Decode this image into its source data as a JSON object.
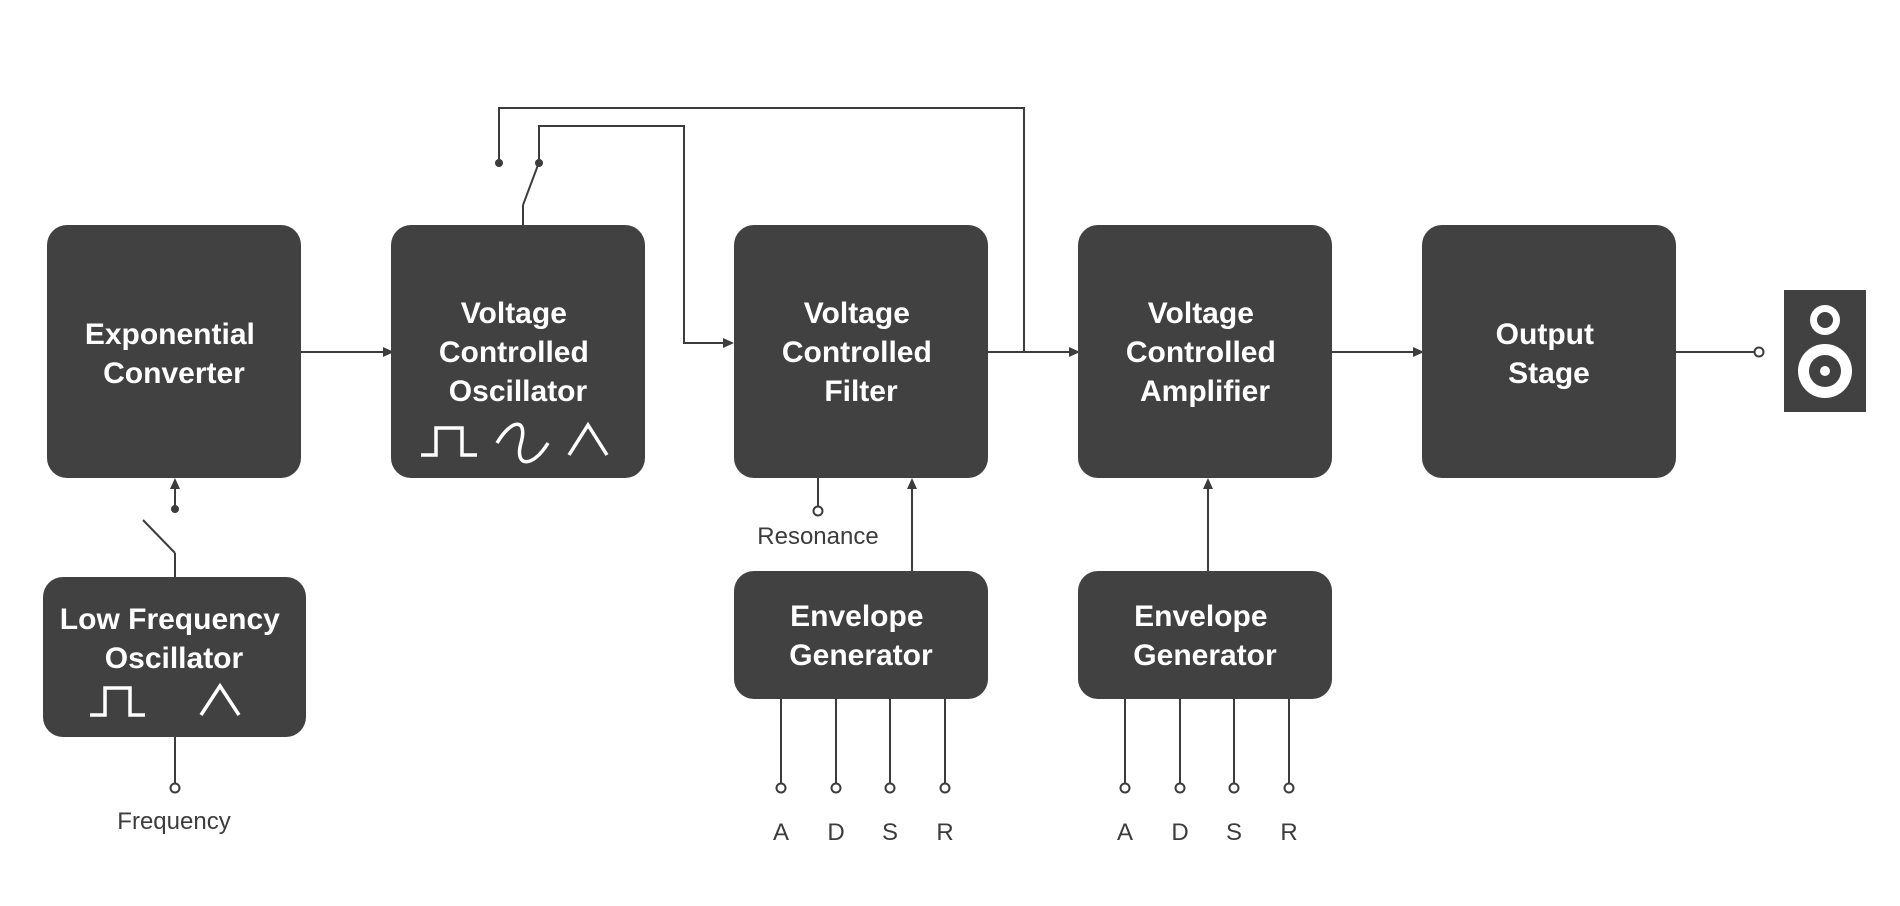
{
  "blocks": {
    "exponential_converter": [
      "Exponential",
      "Converter"
    ],
    "vco": [
      "Voltage",
      "Controlled",
      "Oscillator"
    ],
    "vcf": [
      "Voltage",
      "Controlled",
      "Filter"
    ],
    "vca": [
      "Voltage",
      "Controlled",
      "Amplifier"
    ],
    "output_stage": [
      "Output",
      "Stage"
    ],
    "lfo": [
      "Low Frequency",
      "Oscillator"
    ],
    "envelope_1": [
      "Envelope",
      "Generator"
    ],
    "envelope_2": [
      "Envelope",
      "Generator"
    ]
  },
  "labels": {
    "resonance": "Resonance",
    "frequency": "Frequency"
  },
  "envelope_inputs": [
    "A",
    "D",
    "S",
    "R"
  ],
  "colors": {
    "block_fill": "#414141",
    "line": "#3c3c3c",
    "block_text": "#ffffff",
    "background": "#ffffff"
  },
  "icons": {
    "output": "speaker-icon",
    "vco_waves": [
      "square-wave-icon",
      "sine-wave-icon",
      "triangle-wave-icon"
    ],
    "lfo_waves": [
      "square-wave-icon",
      "triangle-wave-icon"
    ]
  }
}
